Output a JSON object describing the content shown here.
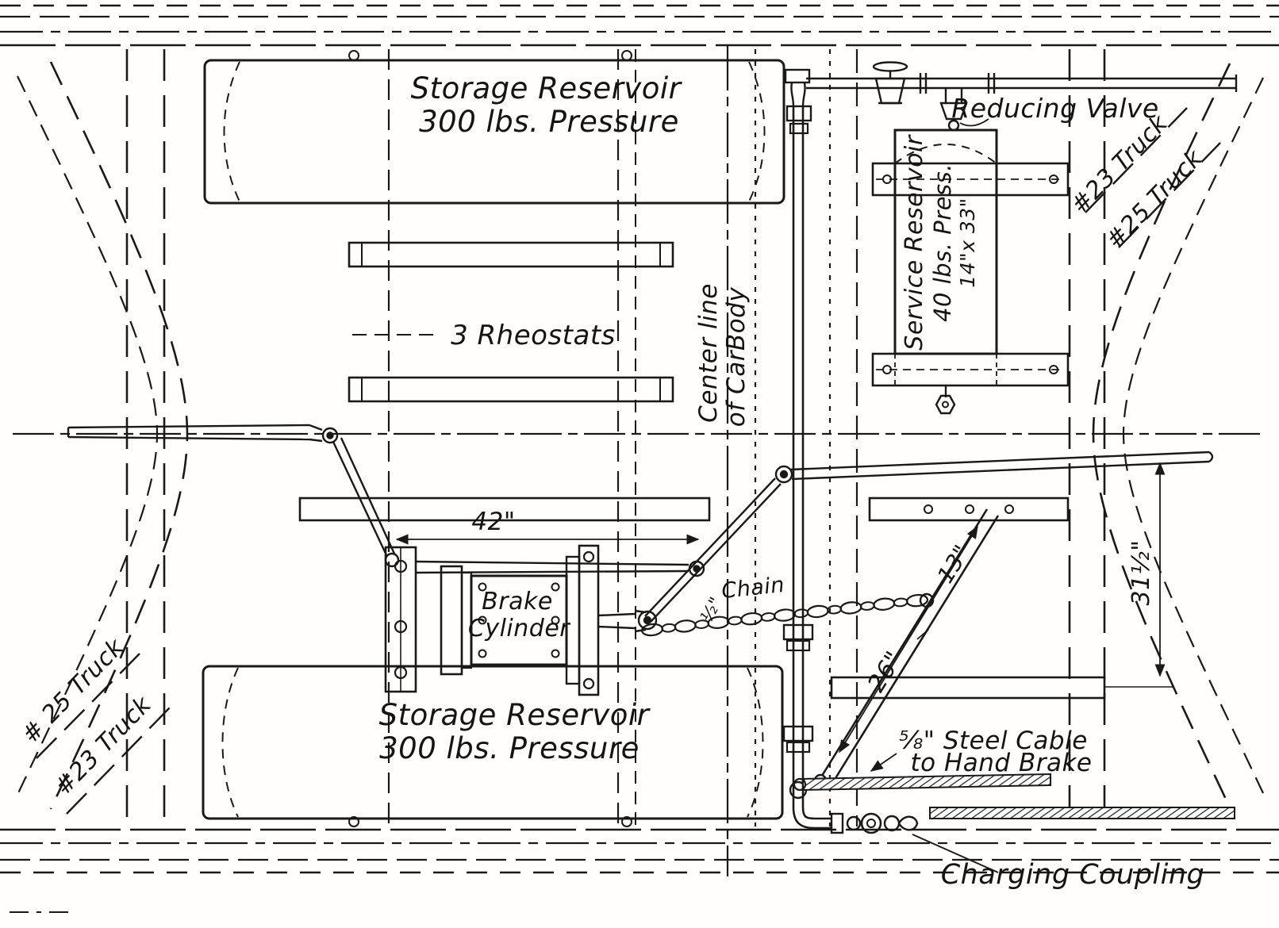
{
  "labels": {
    "storage_top": {
      "line1": "Storage Reservoir",
      "line2": "300 lbs. Pressure"
    },
    "storage_bottom": {
      "line1": "Storage Reservoir",
      "line2": "300 lbs. Pressure"
    },
    "rheostats": {
      "text": "3 Rheostats"
    },
    "centerline": {
      "line1": "Center line",
      "line2": "of CarBody"
    },
    "service_reservoir": {
      "line1": "Service Reservoir",
      "line2": "40 lbs. Press.",
      "line3": "14\"x 33\""
    },
    "reducing_valve": {
      "text": "Reducing Valve"
    },
    "brake_cylinder": {
      "line1": "Brake",
      "line2": "Cylinder"
    },
    "chain": {
      "text": "Chain",
      "size": "½\""
    },
    "steel_cable": {
      "line1": "⅝\" Steel Cable",
      "line2": "to Hand Brake"
    },
    "charging_coupling": {
      "text": "Charging Coupling"
    },
    "trucks": {
      "top_right_23": "#23 Truck",
      "top_right_25": "#25 Truck",
      "bottom_left_25": "# 25 Truck",
      "bottom_left_23": "#23 Truck"
    },
    "dimensions": {
      "rod_42": "42\"",
      "diag_26": "26\"",
      "diag_13": "13\"",
      "vert_31half": "31½\""
    }
  },
  "colors": {
    "ink": "#191919",
    "paper": "#fffefd"
  }
}
